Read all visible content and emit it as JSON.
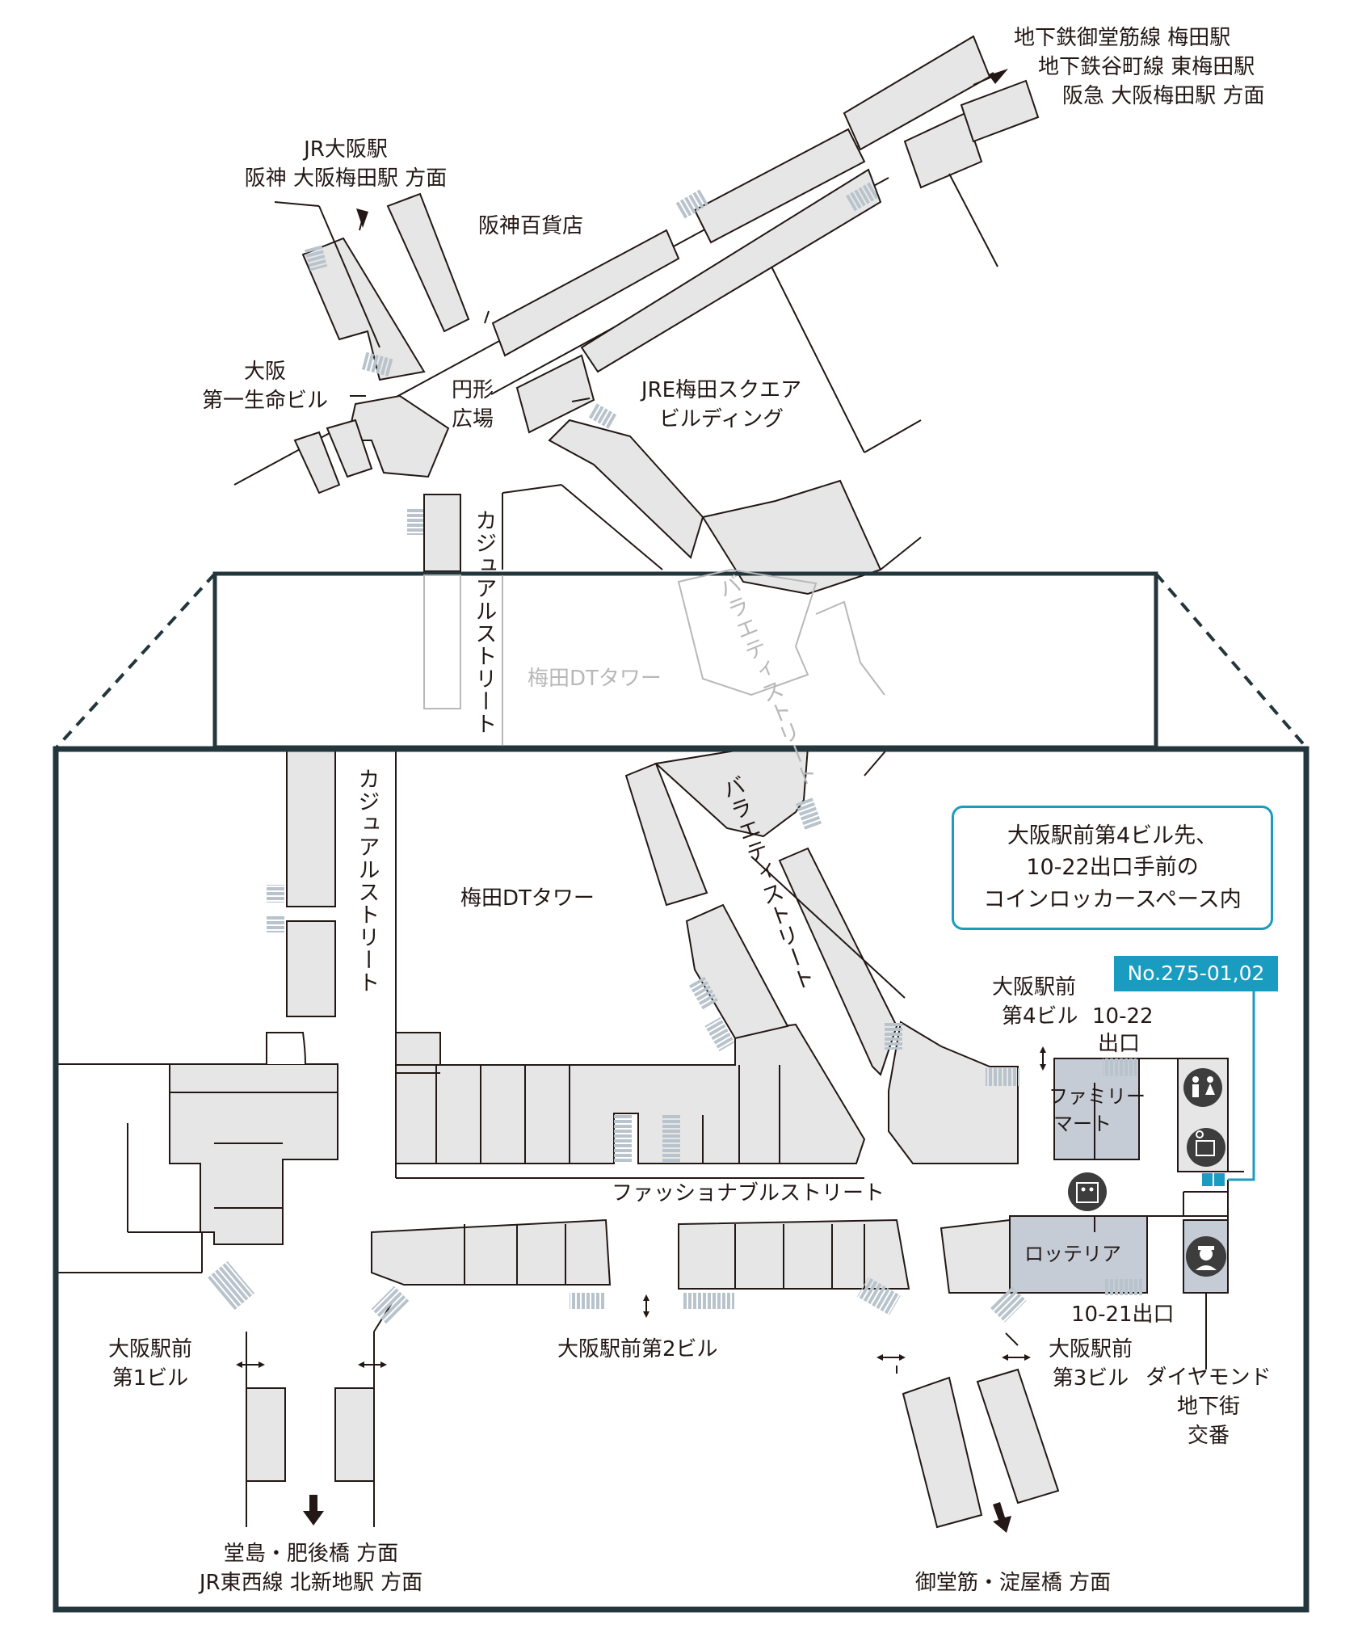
{
  "overview": {
    "subway_top": "地下鉄御堂筋線 梅田駅",
    "subway_mid": "地下鉄谷町線 東梅田駅",
    "subway_bot": "阪急 大阪梅田駅 方面",
    "jr_line1": "JR大阪駅",
    "jr_line2": "阪神 大阪梅田駅 方面",
    "hanshin_dept": "阪神百貨店",
    "daiichi_line1": "大阪",
    "daiichi_line2": "第一生命ビル",
    "plaza_line1": "円形",
    "plaza_line2": "広場",
    "jre_line1": "JRE梅田スクエア",
    "jre_line2": "ビルディング",
    "casual_street": "カジュアルストリート",
    "variety_street": "バラエティストリート",
    "dt_tower": "梅田DTタワー"
  },
  "detail": {
    "casual_street": "カジュアルストリート",
    "variety_street": "バラエティストリート",
    "dt_tower": "梅田DTタワー",
    "fashionable_street": "ファッショナブルストリート",
    "bldg1_line1": "大阪駅前",
    "bldg1_line2": "第1ビル",
    "bldg2": "大阪駅前第2ビル",
    "bldg3_line1": "大阪駅前",
    "bldg3_line2": "第3ビル",
    "bldg4_line1": "大阪駅前",
    "bldg4_line2": "第4ビル",
    "exit_1022_line1": "10-22",
    "exit_1022_line2": "出口",
    "exit_1021": "10-21出口",
    "familymart_line1": "ファミリー",
    "familymart_line2": "マート",
    "lotteria": "ロッテリア",
    "koban_line1": "ダイヤモンド",
    "koban_line2": "地下街",
    "koban_line3": "交番",
    "dojima_line1": "堂島・肥後橋 方面",
    "dojima_line2": "JR東西線 北新地駅 方面",
    "midosuji": "御堂筋・淀屋橋 方面"
  },
  "callout": {
    "line1": "大阪駅前第4ビル先、",
    "line2": "10-22出口手前の",
    "line3": "コインロッカースペース内",
    "locker_number": "No.275-01,02"
  },
  "icons": [
    "toilet-icon",
    "coin-locker-icon",
    "elevator-icon",
    "police-officer-icon",
    "direction-arrow-icon"
  ],
  "colors": {
    "line": "#231815",
    "block_fill": "#e6e6e6",
    "highlight_fill": "#c5ccd6",
    "stairs": "#b9c3cc",
    "frame": "#23363c",
    "accent": "#1a9cc0",
    "faint": "#b8b8b8"
  }
}
